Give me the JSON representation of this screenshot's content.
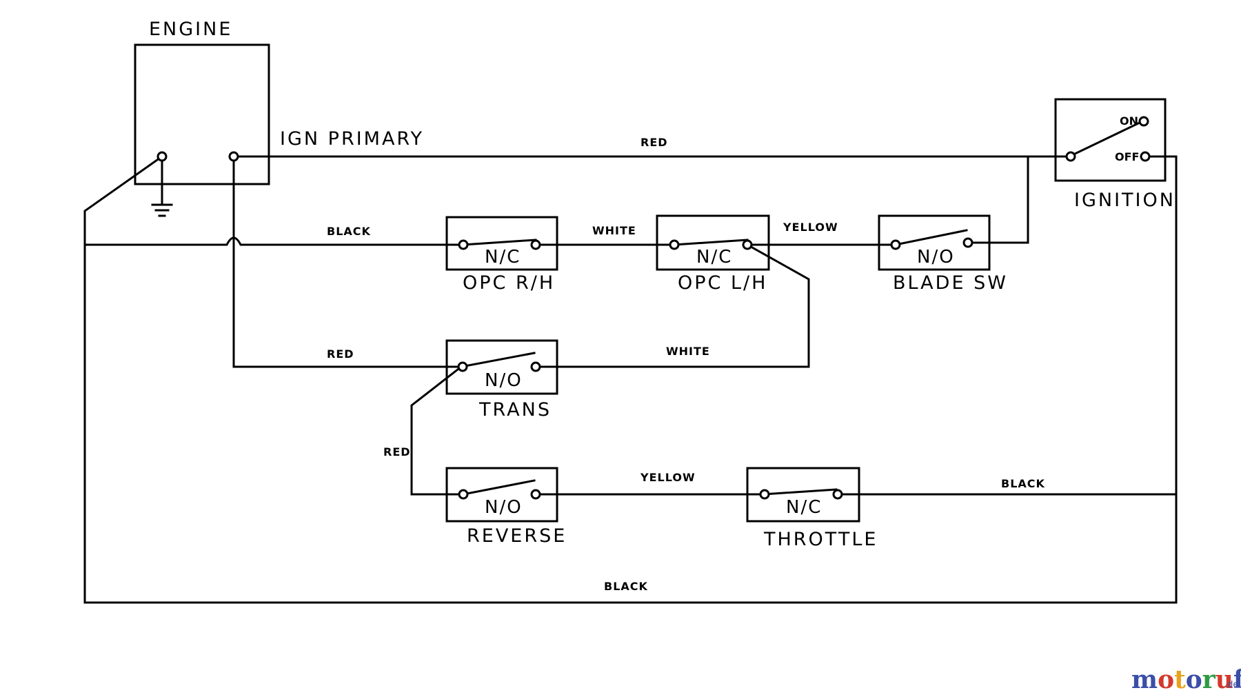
{
  "components": {
    "engine": {
      "label": "ENGINE",
      "terminal_label": "IGN PRIMARY"
    },
    "ignition": {
      "label": "IGNITION",
      "on_label": "ON",
      "off_label": "OFF"
    },
    "opc_rh": {
      "label": "OPC R/H",
      "state": "N/C"
    },
    "opc_lh": {
      "label": "OPC L/H",
      "state": "N/C"
    },
    "blade_sw": {
      "label": "BLADE SW",
      "state": "N/O"
    },
    "trans": {
      "label": "TRANS",
      "state": "N/O"
    },
    "reverse": {
      "label": "REVERSE",
      "state": "N/O"
    },
    "throttle": {
      "label": "THROTTLE",
      "state": "N/C"
    }
  },
  "wires": {
    "ign_primary_to_ignition": "RED",
    "ground_to_opc_rh": "BLACK",
    "opc_rh_to_opc_lh": "WHITE",
    "opc_lh_to_blade_sw": "YELLOW",
    "ign_primary_to_trans": "RED",
    "trans_to_opc_lh": "WHITE",
    "trans_to_reverse": "RED",
    "reverse_to_throttle": "YELLOW",
    "throttle_to_ignition": "BLACK",
    "bottom_return": "BLACK"
  },
  "watermark": {
    "letters": [
      "m",
      "o",
      "t",
      "o",
      "r",
      "u",
      "f"
    ],
    "suffix": ".de",
    "colors": [
      "#3b4ea8",
      "#d33a2c",
      "#e8a21c",
      "#3b4ea8",
      "#2e9a45",
      "#d33a2c",
      "#3b4ea8"
    ]
  }
}
